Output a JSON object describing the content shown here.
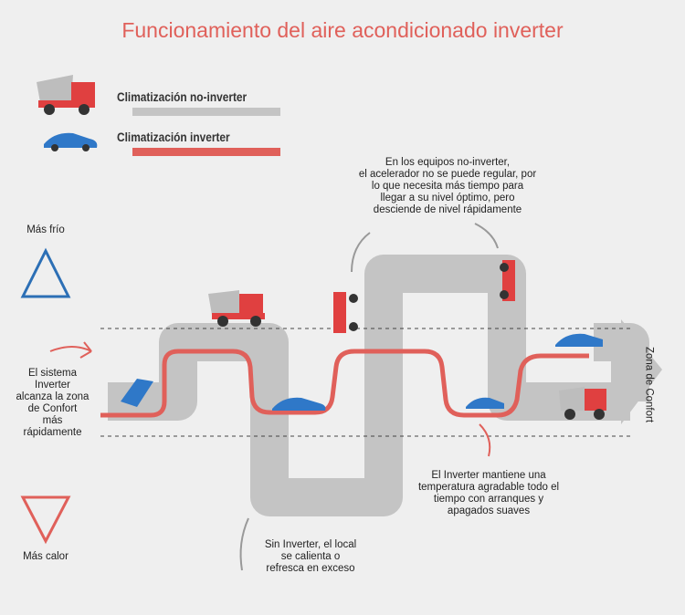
{
  "title": "Funcionamiento del aire acondicionado inverter",
  "legend": [
    {
      "label": "Climatización no-inverter",
      "color": "#c4c4c4"
    },
    {
      "label": "Climatización inverter",
      "color": "#e0605a"
    }
  ],
  "colors": {
    "road": "#c4c4c4",
    "line": "#e0605a",
    "cold": "#2c6fb5",
    "hot": "#e0605a",
    "car": "#2f78c8",
    "truck": "#e04040"
  },
  "labels": {
    "cold": "Más frío",
    "hot": "Más calor",
    "zone": "Zona de Confort",
    "left_note": [
      "El sistema",
      "Inverter",
      "alcanza la zona",
      "de Confort",
      "más",
      "rápidamente"
    ],
    "top_note": [
      "En los equipos no-inverter,",
      "el acelerador no se puede regular, por",
      "lo que necesita más tiempo para",
      "llegar a su nivel óptimo, pero",
      "desciende de nivel rápidamente"
    ],
    "right_note": [
      "El Inverter mantiene una",
      "temperatura agradable todo el",
      "tiempo con arranques y",
      "apagados suaves"
    ],
    "bottom_note": [
      "Sin Inverter, el local",
      "se calienta o",
      "refresca en exceso"
    ]
  }
}
